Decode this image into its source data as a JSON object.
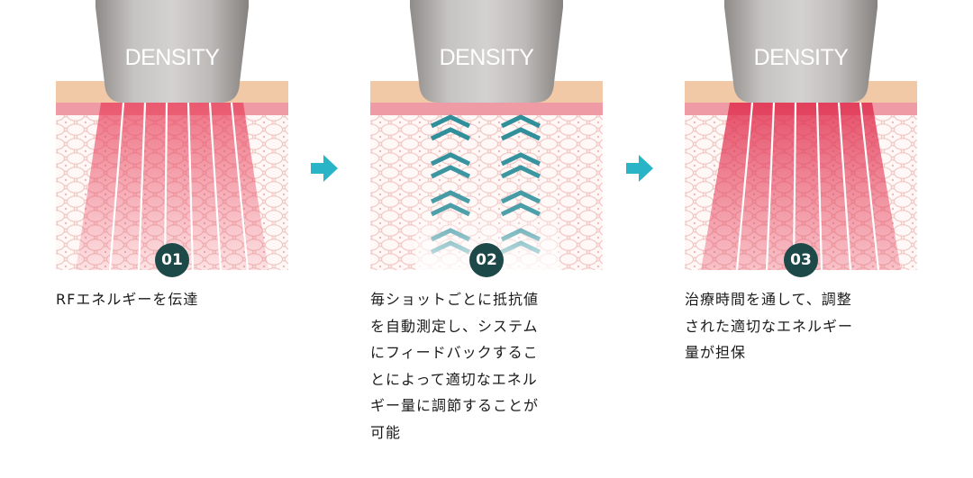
{
  "steps": [
    {
      "head_label": "DENSITY",
      "badge": "01",
      "text": "RFエネルギーを伝達"
    },
    {
      "head_label": "DENSITY",
      "badge": "02",
      "text": "毎ショットごとに抵抗値\nを自動測定し、システム\nにフィードバックするこ\nとによって適切なエネル\nギー量に調節することが\n可能"
    },
    {
      "head_label": "DENSITY",
      "badge": "03",
      "text": "治療時間を通して、調整\nされた適切なエネルギー\n量が担保"
    }
  ],
  "colors": {
    "accent_arrow": "#29b4c8",
    "badge": "#1d4a49",
    "wave": "#2f8f9b",
    "skin_top": "#f2c9a7",
    "skin_band": "#ee9ba6",
    "rf_beam": "#e8445e"
  },
  "icons": {
    "arrow": "arrow-right-icon",
    "head": "rf-applicator-head-icon"
  }
}
